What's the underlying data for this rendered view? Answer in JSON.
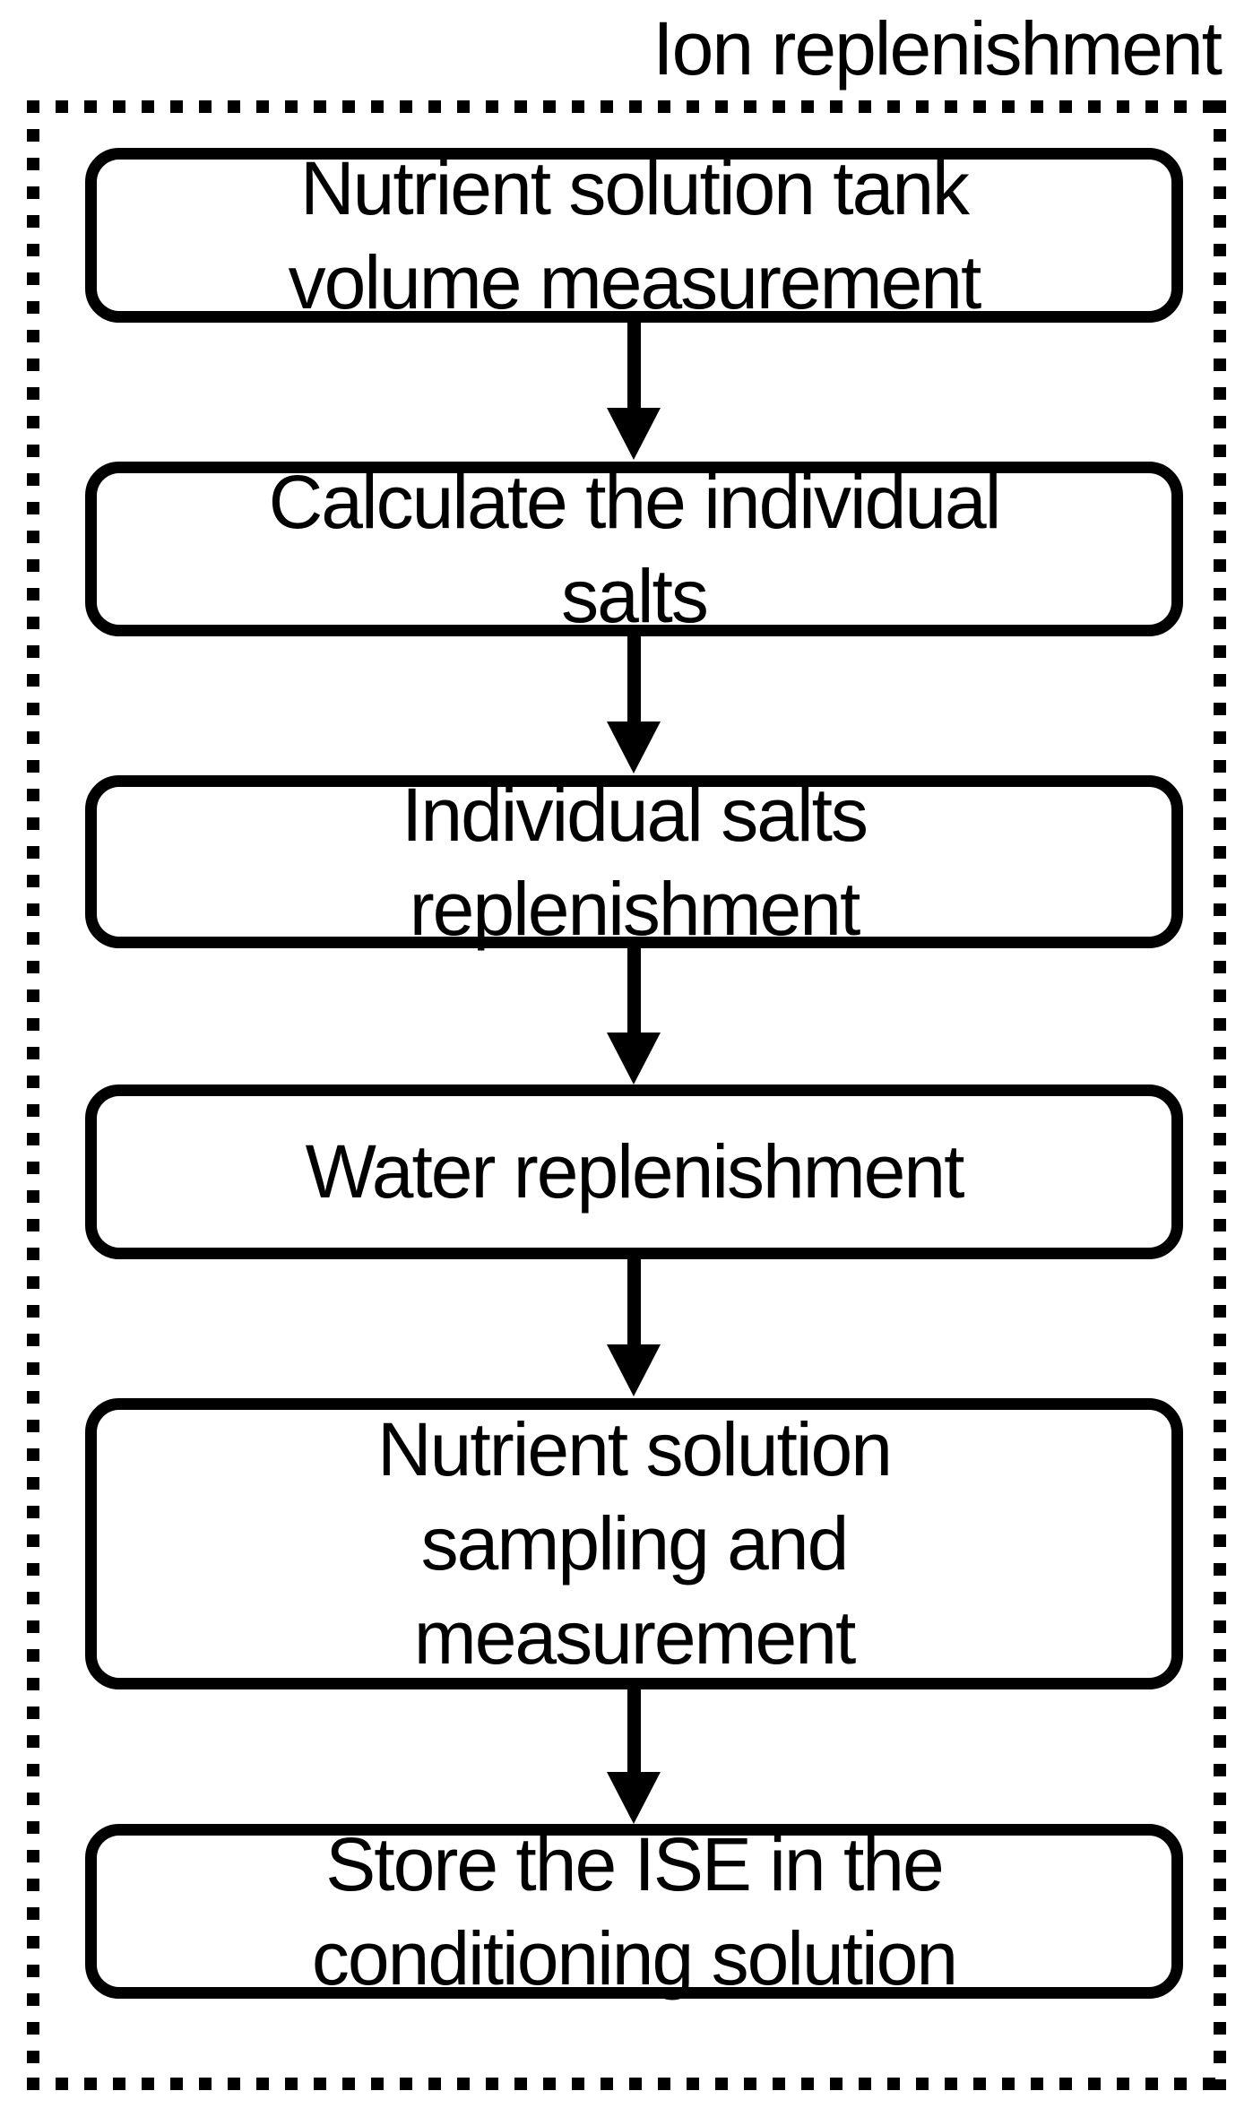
{
  "title": "Ion replenishment",
  "colors": {
    "ink": "#000000",
    "background": "#ffffff"
  },
  "flowchart": {
    "frame_style": "dotted",
    "connector": "down-arrow",
    "steps": [
      {
        "label": "Nutrient solution tank\nvolume measurement"
      },
      {
        "label": "Calculate the individual\nsalts"
      },
      {
        "label": "Individual salts\nreplenishment"
      },
      {
        "label": "Water replenishment"
      },
      {
        "label": "Nutrient solution\nsampling and\nmeasurement"
      },
      {
        "label": "Store the ISE in the\nconditioning solution"
      }
    ]
  }
}
